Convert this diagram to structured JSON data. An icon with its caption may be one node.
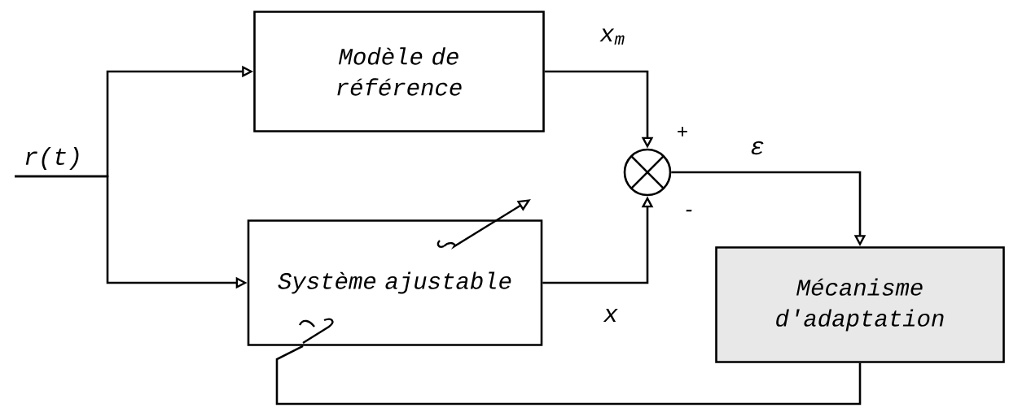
{
  "diagram": {
    "nodes": [
      {
        "text": [
          "Modèle de référence"
        ]
      },
      {
        "text": [
          "Système ajustable"
        ]
      },
      {
        "text": [],
        "shape": "circle"
      },
      {
        "text": [
          "Mécanisme d'adaptation"
        ]
      }
    ],
    "edges": [
      {
        "from": null,
        "to": 0,
        "arrow": "to",
        "label": "r(t)"
      },
      {
        "from": null,
        "to": 1,
        "arrow": "to"
      },
      {
        "from": 0,
        "to": 2,
        "arrow": "to",
        "label": "x$_{m}$"
      },
      {
        "from": 1,
        "to": 2,
        "arrow": "to",
        "label": "x"
      },
      {
        "from": 2,
        "to": 3,
        "arrow": "to",
        "label": "ε"
      },
      {
        "from": 3,
        "to": 1,
        "arrow": "none"
      }
    ],
    "labels": [
      "+",
      "-"
    ]
  }
}
